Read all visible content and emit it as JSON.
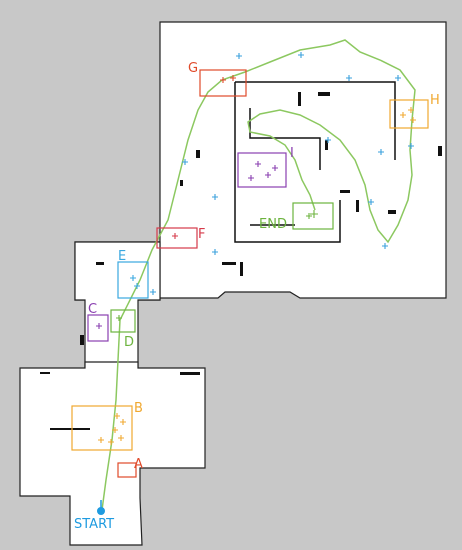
{
  "colors": {
    "background": "#c8c8c8",
    "floor": "#ffffff",
    "wall": "#111111",
    "trajectory": "#8cc860",
    "start": "#1e9be0",
    "waypoint_marker": "#3aa0dc"
  },
  "start": {
    "label": "START",
    "color": "#1e9be0"
  },
  "end": {
    "label": "END",
    "color": "#6cb33e"
  },
  "regions": [
    {
      "id": "A",
      "label": "A",
      "color": "#e04a2a"
    },
    {
      "id": "B",
      "label": "B",
      "color": "#f0a830"
    },
    {
      "id": "C",
      "label": "C",
      "color": "#8a3fb0"
    },
    {
      "id": "D",
      "label": "D",
      "color": "#6cb33e"
    },
    {
      "id": "E",
      "label": "E",
      "color": "#3aa8e0"
    },
    {
      "id": "F",
      "label": "F",
      "color": "#d63a4a"
    },
    {
      "id": "G",
      "label": "G",
      "color": "#e04a2a"
    },
    {
      "id": "H",
      "label": "H",
      "color": "#f0a830"
    },
    {
      "id": "I",
      "label": "I",
      "color": "#8a3fb0"
    }
  ]
}
